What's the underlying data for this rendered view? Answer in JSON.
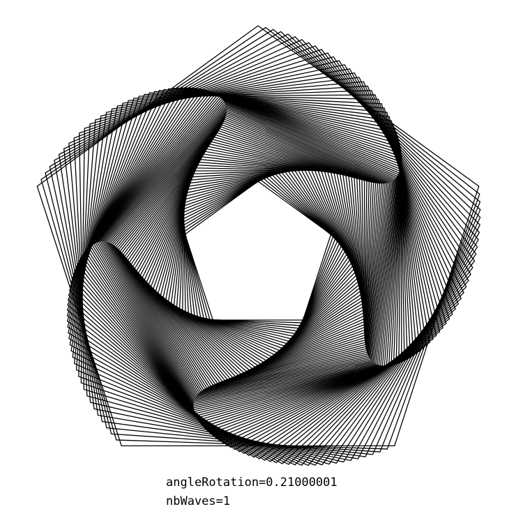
{
  "params": {
    "angle_rotation": "angleRotation=0.21000001",
    "nb_waves": "nbWaves=1"
  },
  "drawing": {
    "shape": "pentagon",
    "stroke_color": "#000000",
    "background_color": "#ffffff"
  }
}
